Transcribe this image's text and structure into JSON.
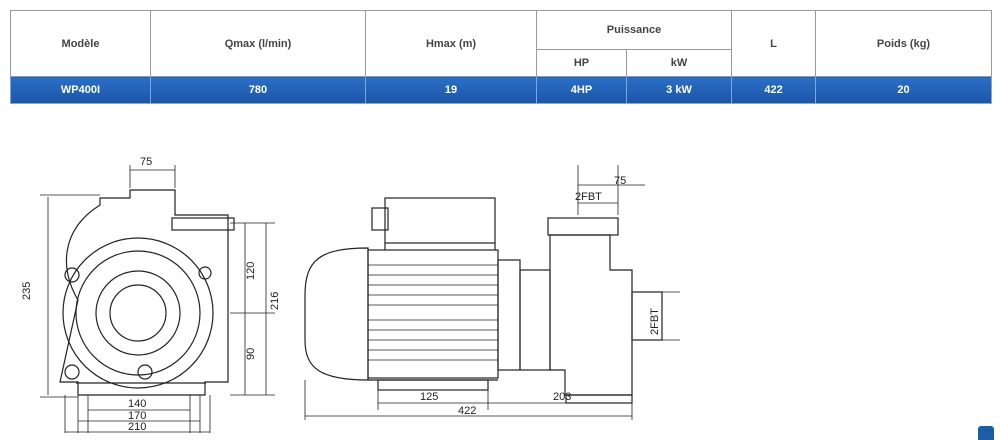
{
  "table": {
    "headers": {
      "model": "Modèle",
      "qmax": "Qmax (l/min)",
      "hmax": "Hmax (m)",
      "power": "Puissance",
      "power_hp": "HP",
      "power_kw": "kW",
      "length": "L",
      "weight": "Poids (kg)"
    },
    "row": {
      "model": "WP400I",
      "qmax": "780",
      "hmax": "19",
      "hp": "4HP",
      "kw": "3 kW",
      "length": "422",
      "weight": "20"
    },
    "colors": {
      "row_bg": "#1f5fb5",
      "row_text": "#ffffff",
      "border": "#9a9a9a"
    }
  },
  "drawing": {
    "front": {
      "dim_top": "75",
      "dim_height_total": "235",
      "dim_upper": "120",
      "dim_right_total": "216",
      "dim_lower": "90",
      "dim_base_1": "140",
      "dim_base_2": "170",
      "dim_base_3": "210"
    },
    "side": {
      "dim_top": "75",
      "outlet_label": "2FBT",
      "inlet_label": "2FBT",
      "dim_base_left": "125",
      "dim_base_right": "203",
      "dim_length": "422"
    }
  }
}
